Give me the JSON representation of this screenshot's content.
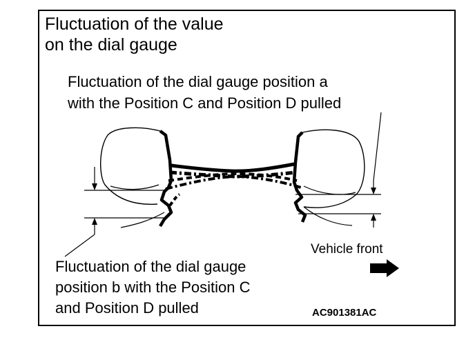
{
  "title": {
    "line1": "Fluctuation of the value",
    "line2": "on the dial gauge"
  },
  "callout_a": {
    "line1": "Fluctuation of the dial gauge position a",
    "line2": "with the Position C and Position D pulled"
  },
  "callout_b": {
    "line1": "Fluctuation of the dial gauge",
    "line2": "position b with the Position C",
    "line3": "and Position D pulled"
  },
  "vehicle_front": {
    "label": "Vehicle front",
    "icon": "arrow-right-icon"
  },
  "figure_code": "AC901381AC",
  "colors": {
    "ink": "#000000",
    "paper": "#ffffff"
  }
}
